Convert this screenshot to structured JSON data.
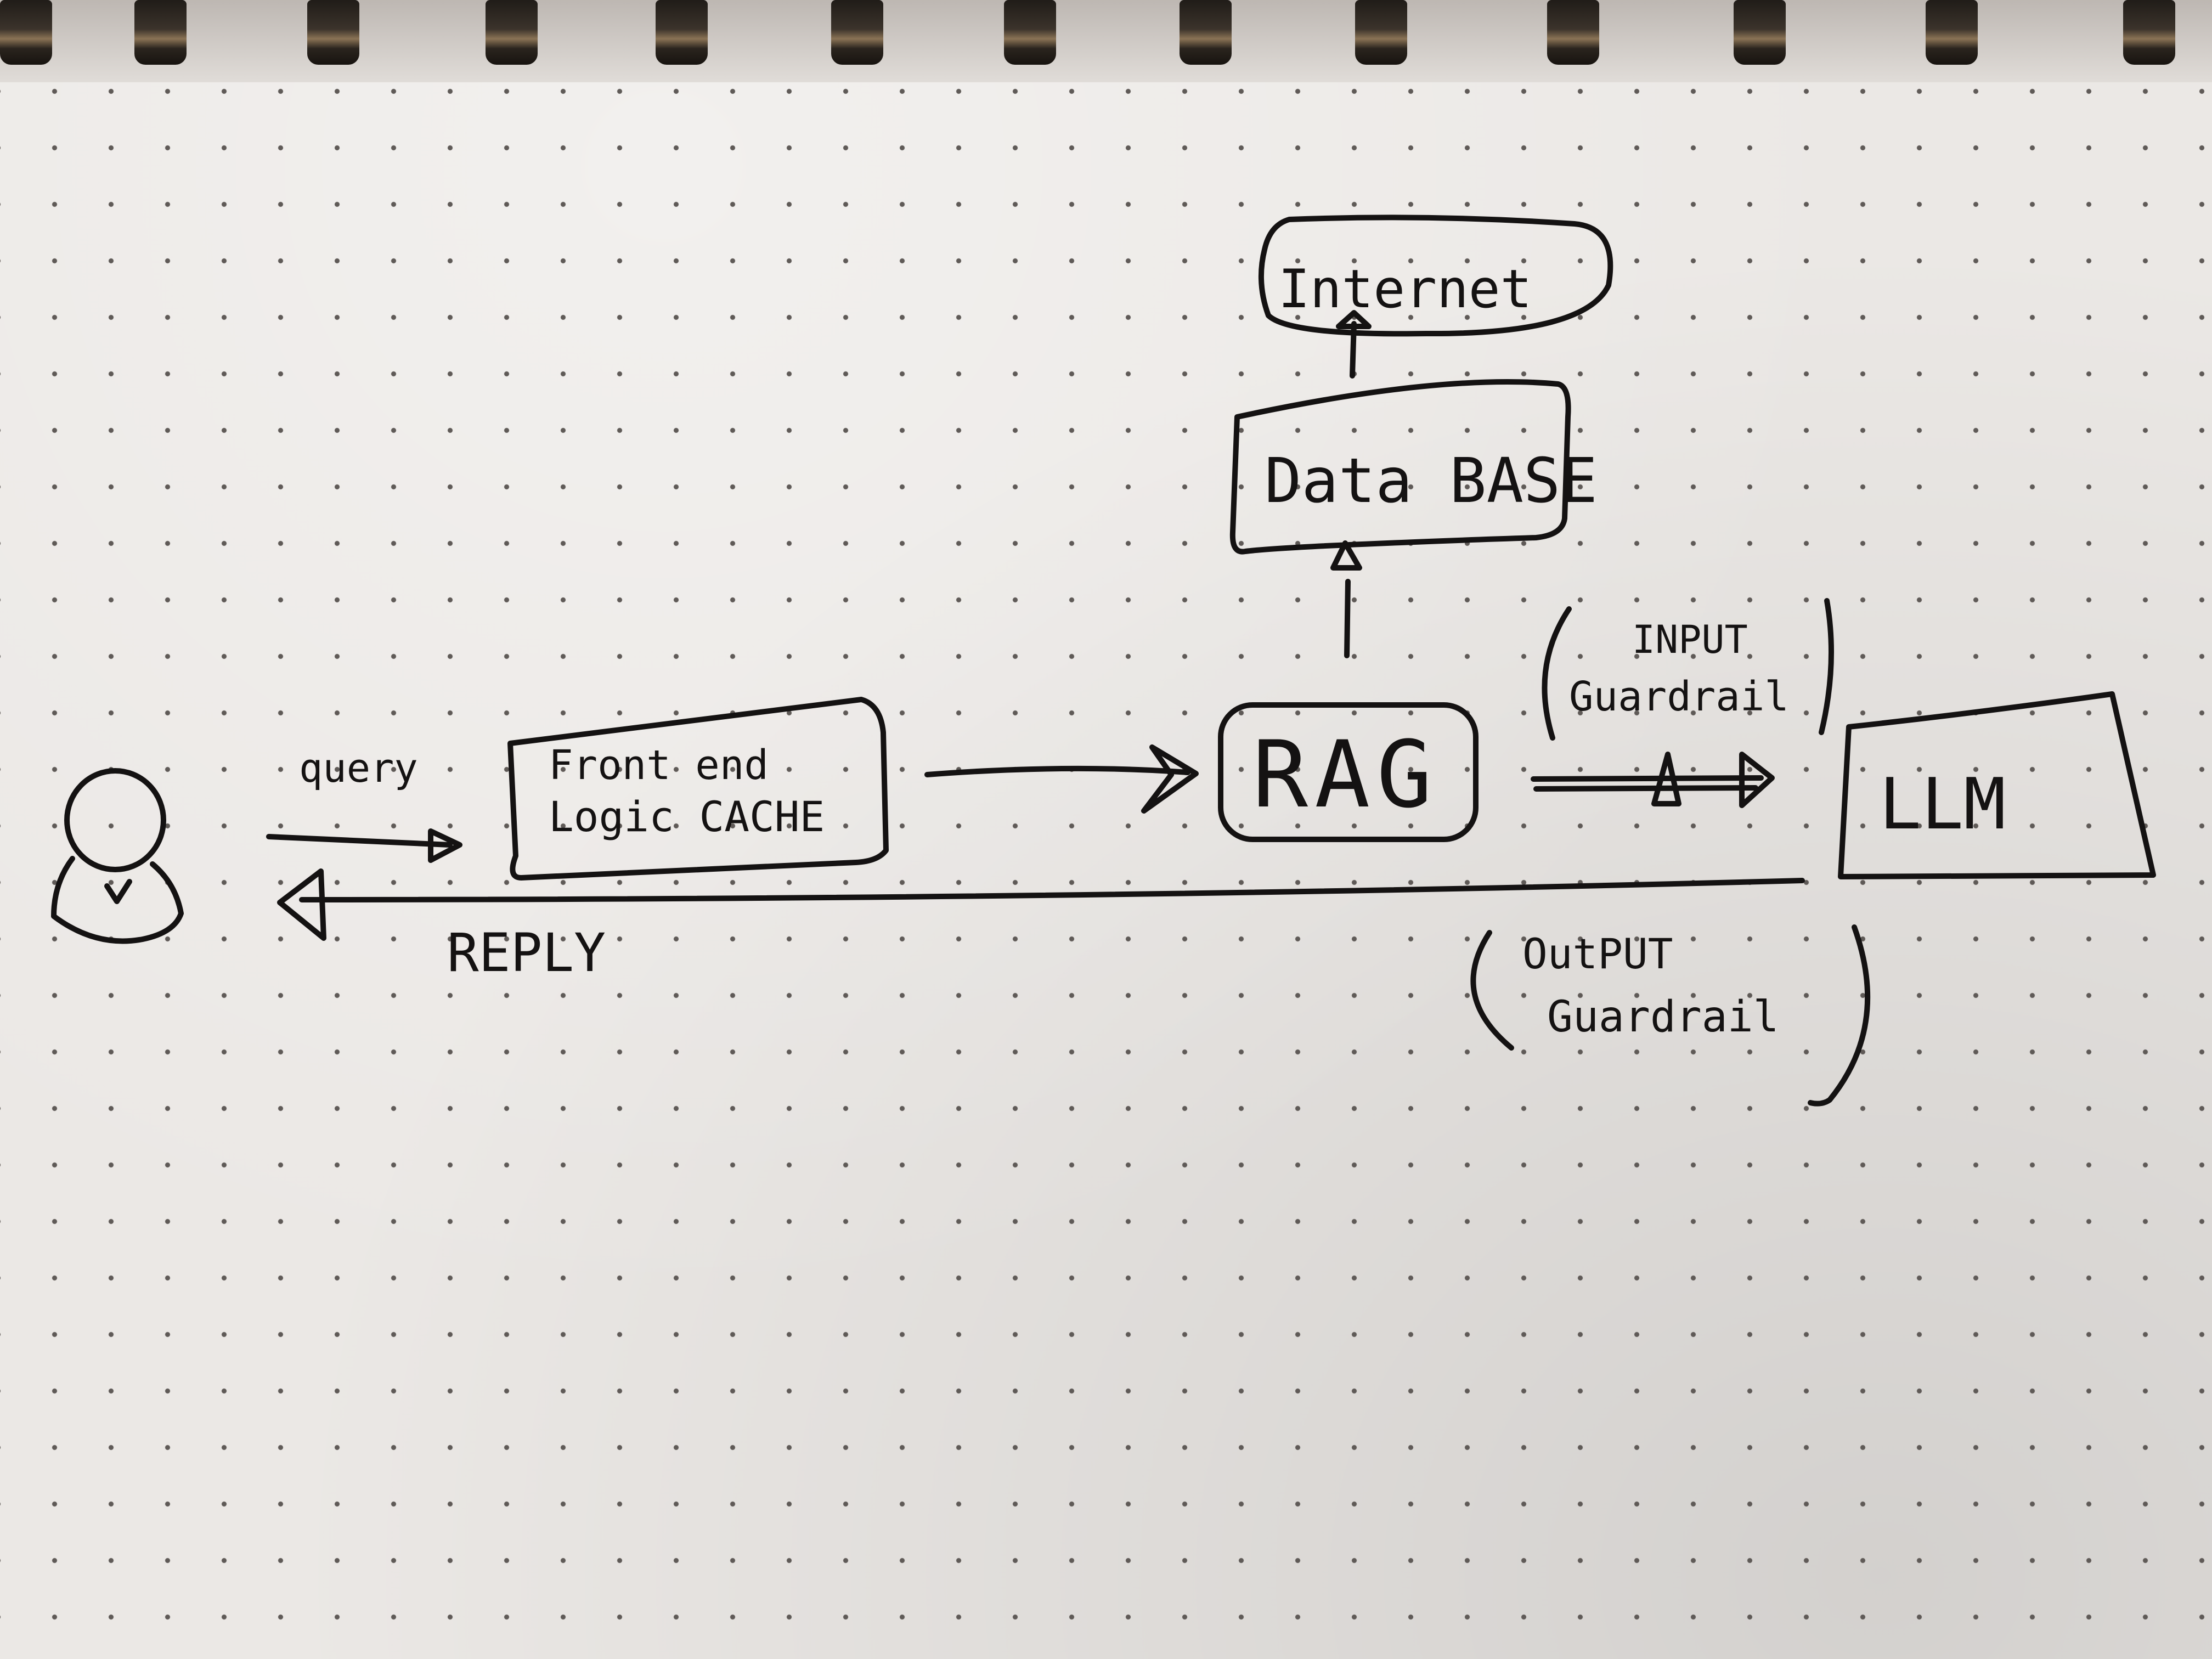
{
  "nodes": {
    "internet": "Internet",
    "database": "Data BASE",
    "frontend_line1": "Front end",
    "frontend_line2": "Logic CACHE",
    "rag": "RAG",
    "llm": "LLM"
  },
  "edges": {
    "query": "query",
    "reply": "REPLY",
    "input_guardrail_line1": "INPUT",
    "input_guardrail_line2": "Guardrail",
    "output_guardrail_line1": "OutPUT",
    "output_guardrail_line2": "Guardrail"
  },
  "colors": {
    "ink": "#141212",
    "paper": "#ebe8e5",
    "dot": "#5f5a57"
  },
  "icons": {
    "user": "user-icon"
  }
}
